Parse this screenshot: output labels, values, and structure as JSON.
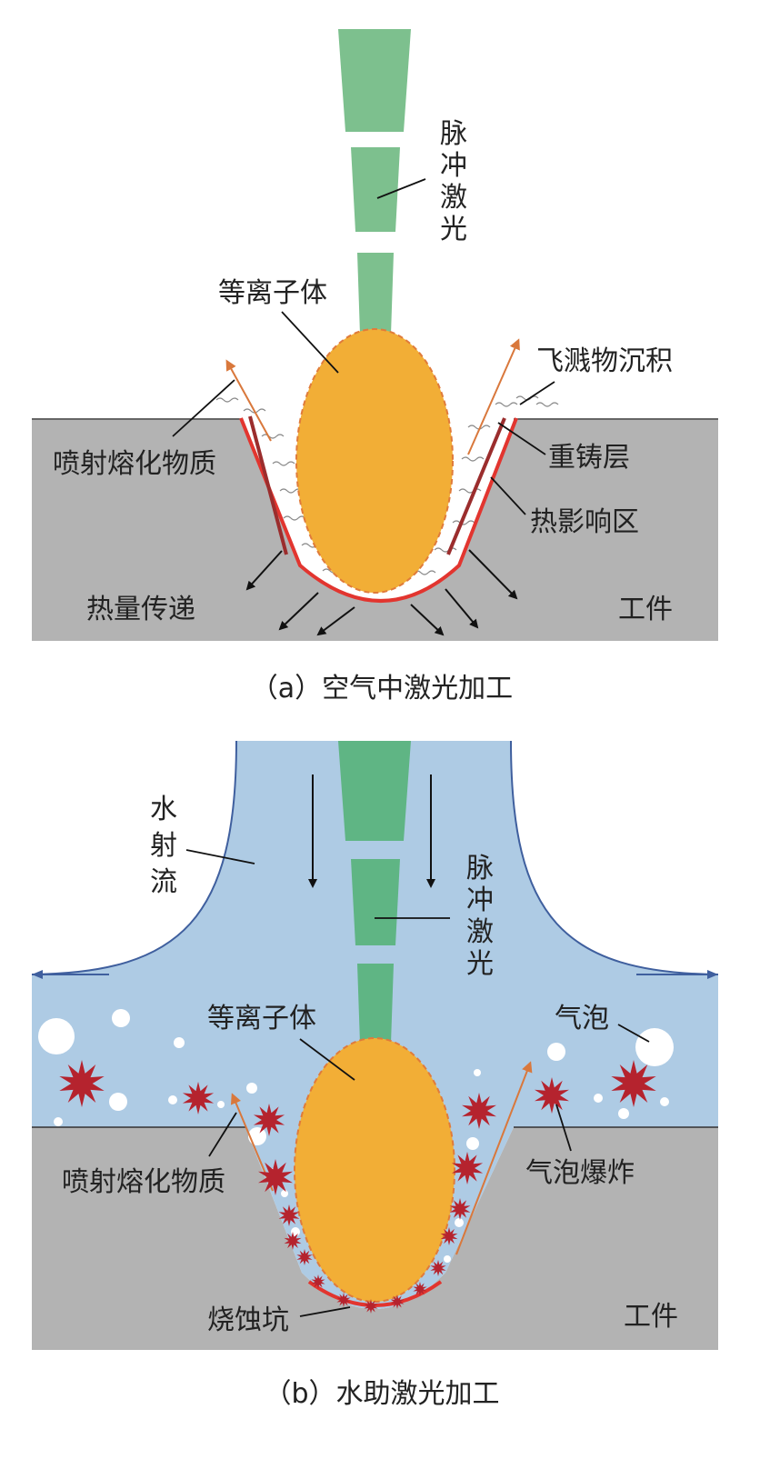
{
  "colors": {
    "laser": "#7dc08e",
    "laser_b": "#5fb584",
    "plasma": "#f2ae36",
    "plasma_edge": "#e07b3a",
    "workpiece": "#b3b3b3",
    "water": "#aecbe4",
    "water_edge": "#3f5f9e",
    "heat_zone": "#e2352f",
    "recast": "#9b2d2d",
    "spatter_arrow": "#d9783c",
    "star": "#b5232e"
  },
  "panel_a": {
    "laser_label": [
      "脉",
      "冲",
      "激",
      "光"
    ],
    "plasma_label": "等离子体",
    "spatter_label": "飞溅物沉积",
    "ejecta_label": "喷射熔化物质",
    "recast_label": "重铸层",
    "haz_label": "热影响区",
    "heat_label": "热量传递",
    "workpiece_label": "工件",
    "caption": "（a）空气中激光加工"
  },
  "panel_b": {
    "water_label": [
      "水",
      "射",
      "流"
    ],
    "laser_label": [
      "脉",
      "冲",
      "激",
      "光"
    ],
    "plasma_label": "等离子体",
    "bubble_label": "气泡",
    "ejecta_label": "喷射熔化物质",
    "burst_label": "气泡爆炸",
    "crater_label": "烧蚀坑",
    "workpiece_label": "工件",
    "caption": "（b）水助激光加工"
  }
}
